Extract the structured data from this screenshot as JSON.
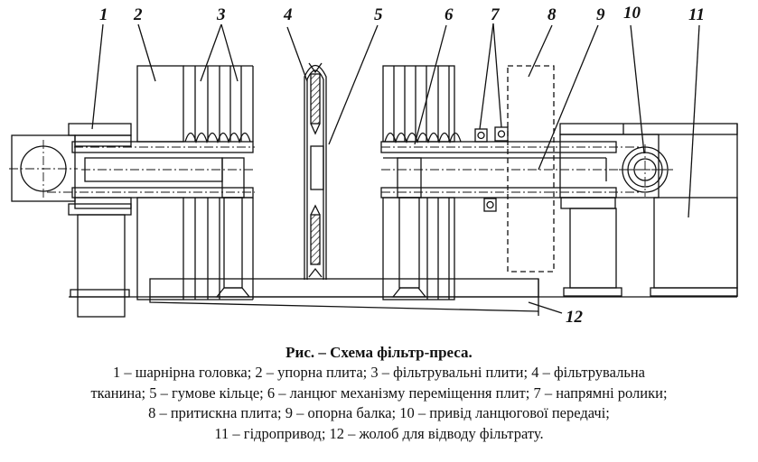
{
  "figure": {
    "title": "Рис. – Схема фільтр-преса.",
    "callouts": [
      "1",
      "2",
      "3",
      "4",
      "5",
      "6",
      "7",
      "8",
      "9",
      "10",
      "11",
      "12"
    ],
    "legend_lines": [
      "1 – шарнірна головка; 2 – упорна плита; 3 – фільтрувальні плити; 4 – фільтрувальна",
      "тканина; 5 – гумове кільце; 6 – ланцюг механізму переміщення плит; 7 – напрямні ролики;",
      "8 – притискна плита; 9 – опорна балка; 10 – привід ланцюгової передачі;",
      "11 – гідропривод; 12 – жолоб для відводу фільтрату."
    ],
    "parts": [
      {
        "number": "1",
        "name": "шарнірна головка"
      },
      {
        "number": "2",
        "name": "упорна плита"
      },
      {
        "number": "3",
        "name": "фільтрувальні плити"
      },
      {
        "number": "4",
        "name": "фільтрувальна тканина"
      },
      {
        "number": "5",
        "name": "гумове кільце"
      },
      {
        "number": "6",
        "name": "ланцюг механізму переміщення плит"
      },
      {
        "number": "7",
        "name": "напрямні ролики"
      },
      {
        "number": "8",
        "name": "притискна плита"
      },
      {
        "number": "9",
        "name": "опорна балка"
      },
      {
        "number": "10",
        "name": "привід ланцюгової передачі"
      },
      {
        "number": "11",
        "name": "гідропривод"
      },
      {
        "number": "12",
        "name": "жолоб для відводу фільтрату"
      }
    ]
  }
}
